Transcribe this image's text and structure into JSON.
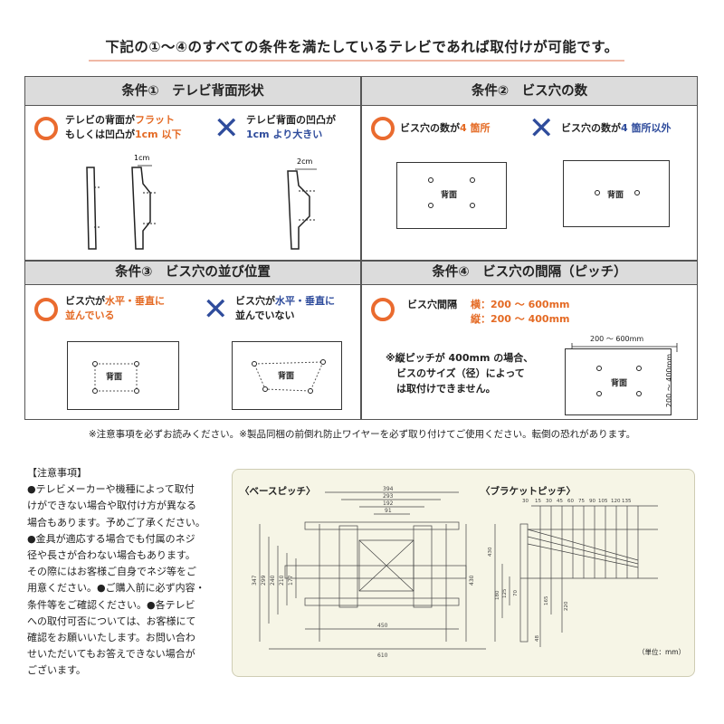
{
  "headline": "下記の①～④のすべての条件を満たしているテレビであれば取付けが可能です。",
  "conditions": [
    {
      "title": "条件①　テレビ背面形状",
      "ok_text_1": "テレビの背面が",
      "ok_highlight_1": "フラット",
      "ok_text_2": "もしくは凹凸が",
      "ok_highlight_2": "1cm 以下",
      "ng_text_1": "テレビ背面の凹凸が",
      "ng_highlight_2": "1cm より大きい",
      "dim_ok": "1cm",
      "dim_ng": "2cm"
    },
    {
      "title": "条件②　ビス穴の数",
      "ok_text": "ビス穴の数が",
      "ok_highlight": "4 箇所",
      "ng_text": "ビス穴の数が",
      "ng_highlight": "4 箇所以外",
      "back_label": "背面"
    },
    {
      "title": "条件③　ビス穴の並び位置",
      "ok_text": "ビス穴が",
      "ok_highlight_1": "水平・垂直に",
      "ok_highlight_2": "並んでいる",
      "ng_text": "ビス穴が",
      "ng_highlight_1": "水平・垂直に",
      "ng_text_2": "並んでいない",
      "back_label": "背面"
    },
    {
      "title": "条件④　ビス穴の間隔（ピッチ）",
      "pitch_label": "ビス穴間隔",
      "horizontal": "横：200 ～ 600mm",
      "vertical": "縦：200 ～ 400mm",
      "caution_1": "※縦ピッチが 400mm の場合、",
      "caution_2": "ビスのサイズ（径）によって",
      "caution_3": "は取付けできません。",
      "dim_h": "200 ～ 600mm",
      "dim_v": "200 ～ 400mm",
      "back_label": "背面"
    }
  ],
  "warning": "※注意事項を必ずお読みください。※製品同梱の前倒れ防止ワイヤーを必ず取り付けてご使用ください。転倒の恐れがあります。",
  "notes": [
    "【注意事項】",
    "●テレビメーカーや機種によって取付",
    "けができない場合や取付け方が異なる",
    "場合もあります。予めご了承ください。",
    "●金具が適応する場合でも付属のネジ",
    "径や長さが合わない場合もあります。",
    "その際にはお客様ご自身でネジ等をご",
    "用意ください。●ご購入前に必ず内容・",
    "条件等をご確認ください。●各テレビ",
    "への取付可否については、お客様にて",
    "確認をお願いいたします。お問い合わ",
    "せいただいてもお答えできない場合が",
    "ございます。"
  ],
  "technical": {
    "base_title": "〈ベースピッチ〉",
    "bracket_title": "〈ブラケットピッチ〉",
    "unit": "（単位：mm）",
    "base_dims_top": [
      "394",
      "293",
      "192",
      "91"
    ],
    "base_dims_left": [
      "347",
      "299",
      "240",
      "210",
      "177"
    ],
    "base_dims_bottom": [
      "450",
      "610"
    ],
    "base_dim_right": "430",
    "bracket_dims_top": [
      "30",
      "15",
      "30",
      "45",
      "60",
      "75",
      "90",
      "105",
      "120",
      "135"
    ],
    "bracket_dims_side": [
      "430",
      "180",
      "125",
      "70",
      "165",
      "220",
      "48"
    ]
  },
  "colors": {
    "ok": "#ea6b2f",
    "ng": "#2f4c9c",
    "header_bg": "#dcdcdc",
    "panel_bg": "#f6f5e6"
  }
}
